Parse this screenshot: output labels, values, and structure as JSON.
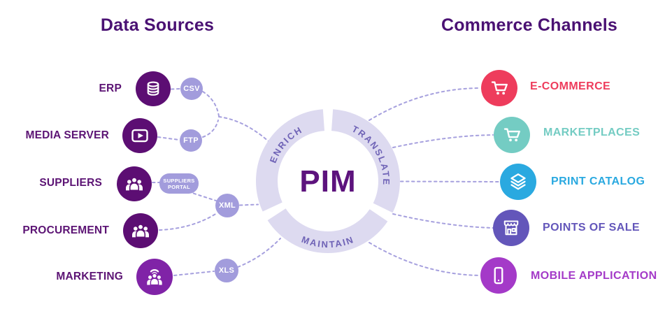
{
  "headings": {
    "data_sources": "Data Sources",
    "commerce_channels": "Commerce Channels"
  },
  "hub": {
    "title": "PIM",
    "ring_segments": [
      "ENRICH",
      "TRANSLATE",
      "MAINTAIN"
    ]
  },
  "sources": [
    {
      "label": "ERP",
      "icon": "database-icon"
    },
    {
      "label": "MEDIA SERVER",
      "icon": "media-player-icon"
    },
    {
      "label": "SUPPLIERS",
      "icon": "team-icon"
    },
    {
      "label": "PROCUREMENT",
      "icon": "team-icon"
    },
    {
      "label": "MARKETING",
      "icon": "broadcast-team-icon"
    }
  ],
  "badges": [
    {
      "label": "CSV"
    },
    {
      "label": "FTP"
    },
    {
      "label": "SUPPLIERS PORTAL"
    },
    {
      "label": "XML"
    },
    {
      "label": "XLS"
    }
  ],
  "channels": [
    {
      "label": "E-COMMERCE",
      "icon": "shopping-cart-icon",
      "color": "#ee3c5c"
    },
    {
      "label": "MARKETPLACES",
      "icon": "shopping-cart-icon",
      "color": "#74ccc3"
    },
    {
      "label": "PRINT CATALOG",
      "icon": "layers-icon",
      "color": "#2aa9e0"
    },
    {
      "label": "POINTS OF SALE",
      "icon": "storefront-icon",
      "color": "#6356ba"
    },
    {
      "label": "MOBILE APPLICATION",
      "icon": "smartphone-icon",
      "color": "#a43ac8"
    }
  ],
  "colors": {
    "source_circle": "#5c0e73",
    "marketing_circle": "#8023a7",
    "badge": "#a29cdc",
    "ring": "#dddaf0",
    "ring_label": "#6f63b6",
    "hub_title": "#5d137d",
    "heading": "#4a1173",
    "source_label": "#5c1474",
    "connector": "#a6a0de"
  }
}
